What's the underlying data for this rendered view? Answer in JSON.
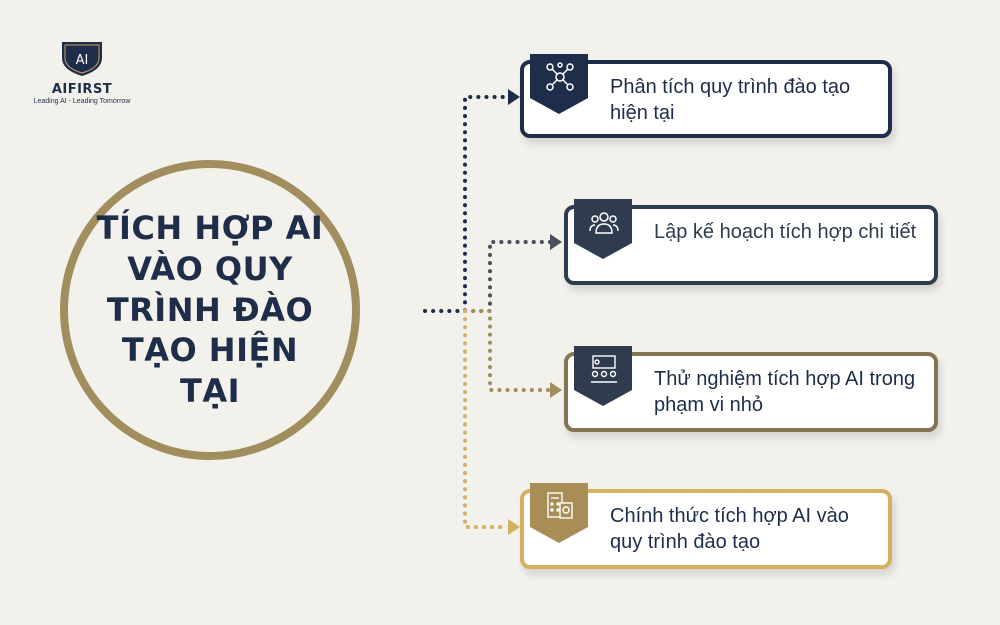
{
  "brand": {
    "logo_mark": "AI",
    "name": "AIFIRST",
    "tagline": "Leading AI - Leading Tomorrow"
  },
  "center": {
    "title": "TÍCH HỢP AI VÀO QUY TRÌNH ĐÀO TẠO HIỆN TẠI"
  },
  "steps": [
    {
      "text": "Phân tích quy trình đào tạo hiện tại",
      "icon": "network-people-icon",
      "color": "#1e2d4a"
    },
    {
      "text": "Lập kế hoạch tích hợp chi tiết",
      "icon": "team-icon",
      "color": "#2f3c50"
    },
    {
      "text": "Thử nghiệm tích hợp AI trong phạm vi nhỏ",
      "icon": "presentation-icon",
      "color": "#857452"
    },
    {
      "text": "Chính thức tích hợp AI vào quy trình đào tạo",
      "icon": "calculator-document-icon",
      "color": "#d4b062"
    }
  ],
  "colors": {
    "background": "#f3f1ec",
    "navy": "#1e2d4a",
    "gold": "#a28d5e"
  }
}
